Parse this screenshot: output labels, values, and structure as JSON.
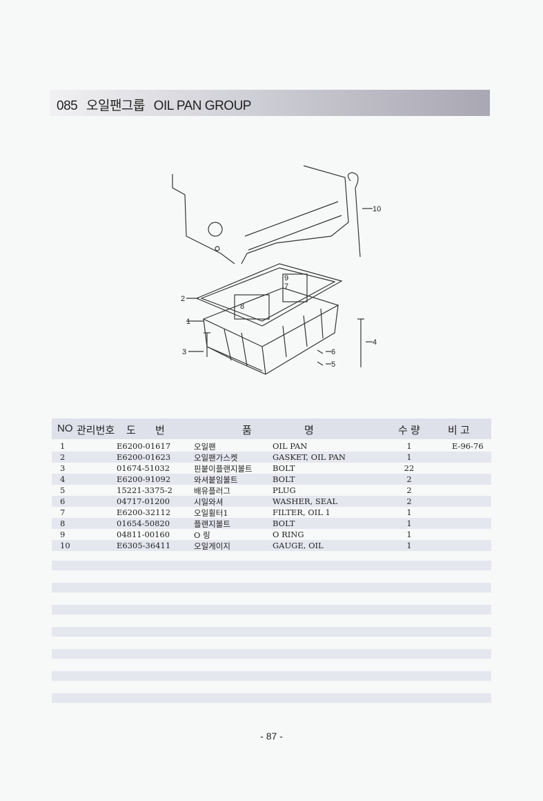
{
  "title": {
    "number": "085",
    "korean": "오일팬그룹",
    "english": "OIL PAN GROUP"
  },
  "diagram_labels": [
    "1",
    "2",
    "3",
    "4",
    "5",
    "6",
    "7",
    "8",
    "9",
    "10"
  ],
  "table": {
    "headers": {
      "no": "NO",
      "mgmt": "관리번호",
      "dwg1": "도",
      "dwg2": "번",
      "name1": "품",
      "name2": "명",
      "qty": "수 량",
      "remark": "비 고"
    },
    "rows": [
      {
        "no": "1",
        "code": "E6200-01617",
        "kr": "오일팬",
        "en": "OIL PAN",
        "qty": "1",
        "remark": "E-96-76"
      },
      {
        "no": "2",
        "code": "E6200-01623",
        "kr": "오일팬가스켓",
        "en": "GASKET, OIL PAN",
        "qty": "1",
        "remark": ""
      },
      {
        "no": "3",
        "code": "01674-51032",
        "kr": "핀붙이플랜지볼트",
        "en": "BOLT",
        "qty": "22",
        "remark": ""
      },
      {
        "no": "4",
        "code": "E6200-91092",
        "kr": "와셔붙임볼트",
        "en": "BOLT",
        "qty": "2",
        "remark": ""
      },
      {
        "no": "5",
        "code": "15221-3375-2",
        "kr": "배유플러그",
        "en": "PLUG",
        "qty": "2",
        "remark": ""
      },
      {
        "no": "6",
        "code": "04717-01200",
        "kr": "시일와셔",
        "en": "WASHER, SEAL",
        "qty": "2",
        "remark": ""
      },
      {
        "no": "7",
        "code": "E6200-32112",
        "kr": "오일휠터1",
        "en": "FILTER, OIL 1",
        "qty": "1",
        "remark": ""
      },
      {
        "no": "8",
        "code": "01654-50820",
        "kr": "플랜지볼트",
        "en": "BOLT",
        "qty": "1",
        "remark": ""
      },
      {
        "no": "9",
        "code": "04811-00160",
        "kr": "O 링",
        "en": "O RING",
        "qty": "1",
        "remark": ""
      },
      {
        "no": "10",
        "code": "E6305-36411",
        "kr": "오일게이지",
        "en": "GAUGE, OIL",
        "qty": "1",
        "remark": ""
      }
    ]
  },
  "page_number": "- 87 -"
}
